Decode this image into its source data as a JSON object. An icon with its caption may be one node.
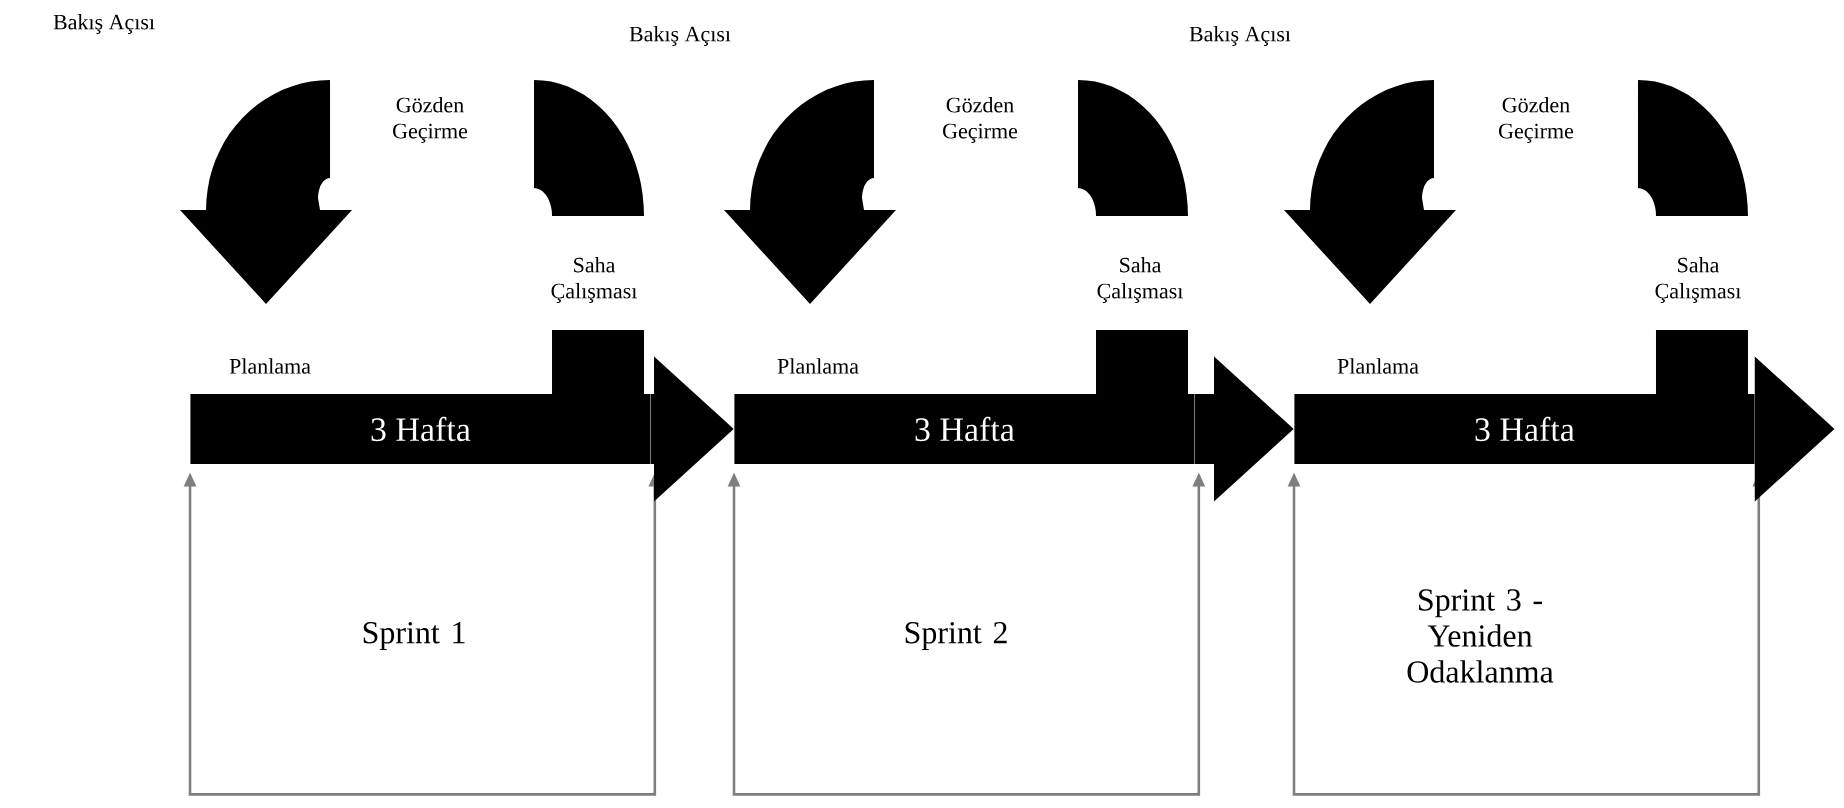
{
  "diagram": {
    "nodes": [
      {
        "text": [
          "3 Hafta"
        ]
      },
      {
        "text": [
          "3 Hafta"
        ]
      },
      {
        "text": [
          "3 Hafta"
        ]
      }
    ],
    "edges": [
      {
        "from": 0,
        "to": 0,
        "arrow": "both",
        "color": "#7f7f7f"
      },
      {
        "from": 1,
        "to": 1,
        "arrow": "both",
        "color": "#7f7f7f"
      },
      {
        "from": 2,
        "to": 2,
        "arrow": "both",
        "color": "#7f7f7f"
      },
      {
        "from": 0,
        "to": 1,
        "arrow": "to",
        "style": "thick",
        "color": "#000000"
      },
      {
        "from": 1,
        "to": 2,
        "arrow": "to",
        "style": "thick",
        "color": "#000000"
      },
      {
        "from": 2,
        "to": null,
        "arrow": "to",
        "style": "thick",
        "color": "#000000"
      }
    ],
    "labels": [
      "Bakış Açısı",
      "Bakış Açısı",
      "Bakış Açısı",
      "Gözden Geçirme",
      "Gözden Geçirme",
      "Gözden Geçirme",
      "Saha Çalışması",
      "Saha Çalışması",
      "Saha Çalışması",
      "Planlama",
      "Planlama",
      "Planlama",
      "Sprint 1",
      "Sprint 2",
      "Sprint 3 - Yeniden Odaklanma"
    ]
  }
}
